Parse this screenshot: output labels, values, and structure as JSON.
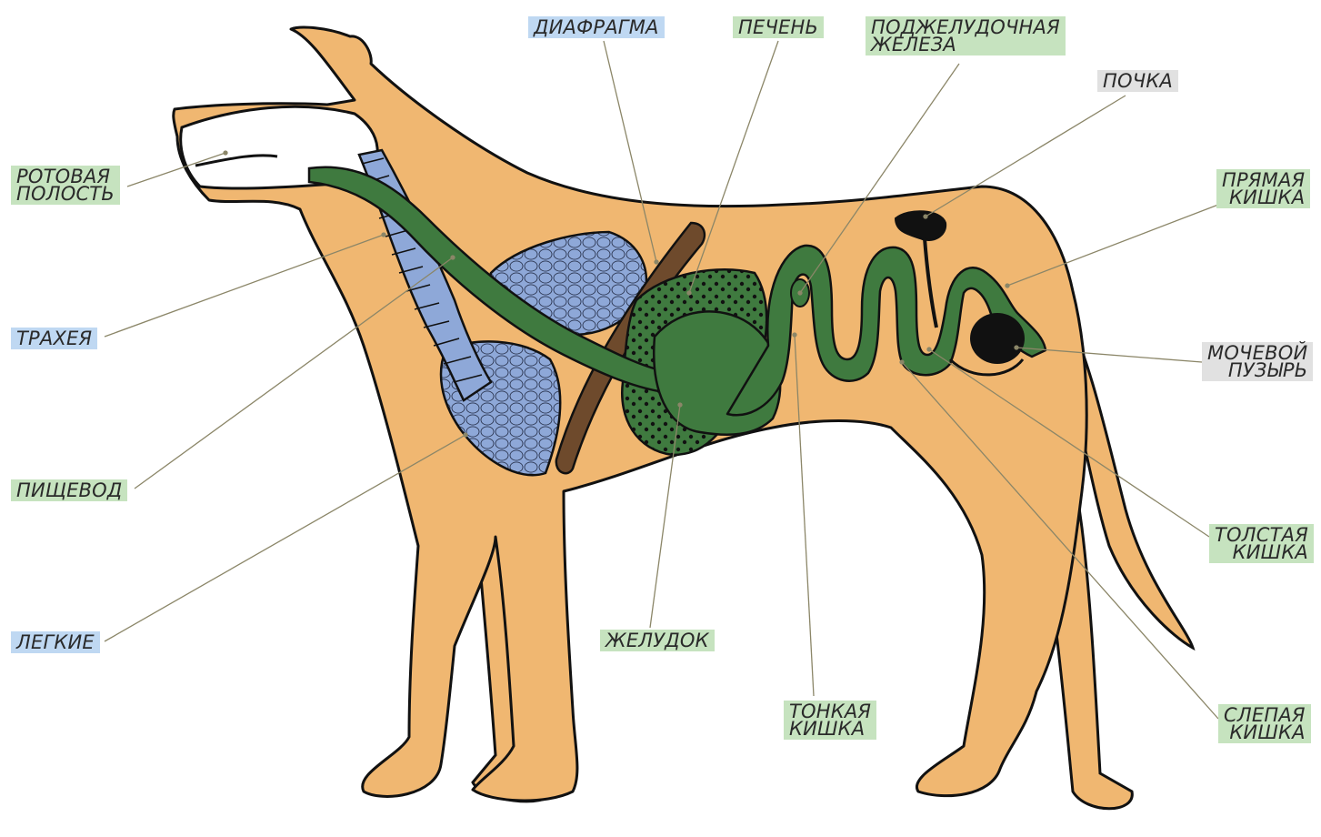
{
  "colors": {
    "body_fill": "#f0b771",
    "outline": "#111111",
    "digestive": "#3f7a3f",
    "respiratory": "#8ea8d8",
    "diaphragm": "#6e4a2c",
    "urinary": "#111111",
    "mouth": "#ffffff",
    "label_green": "#c6e3bf",
    "label_blue": "#bfd8f2",
    "label_gray": "#e1e1e1",
    "leader_line": "#8b8668"
  },
  "labels": {
    "mouth": "РОТОВАЯ\nПОЛОСТЬ",
    "trachea": "ТРАХЕЯ",
    "esophagus": "ПИЩЕВОД",
    "lungs": "ЛЕГКИЕ",
    "diaphragm": "ДИАФРАГМА",
    "liver": "ПЕЧЕНЬ",
    "pancreas": "ПОДЖЕЛУДОЧНАЯ\nЖЕЛЕЗА",
    "kidney": "ПОЧКА",
    "rectum": "ПРЯМАЯ\nКИШКА",
    "bladder": "МОЧЕВОЙ\nПУЗЫРЬ",
    "colon": "ТОЛСТАЯ\nКИШКА",
    "cecum": "СЛЕПАЯ\nКИШКА",
    "stomach": "ЖЕЛУДОК",
    "small_intestine": "ТОНКАЯ\nКИШКА"
  }
}
